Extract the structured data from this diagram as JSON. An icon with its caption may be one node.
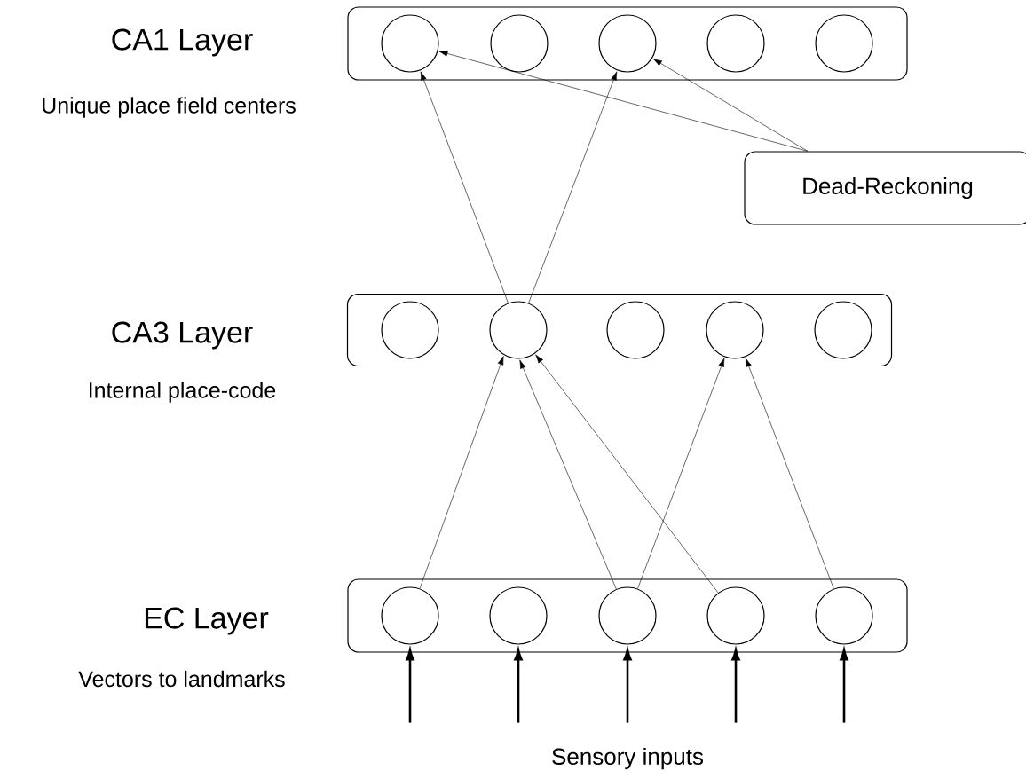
{
  "diagram": {
    "nodes": [
      {
        "text": [
          "CA1 Layer",
          "Unique place field centers"
        ]
      },
      {
        "text": [],
        "shape": "circle",
        "in": 0
      },
      {
        "text": [],
        "shape": "circle",
        "in": 0
      },
      {
        "text": [],
        "shape": "circle",
        "in": 0
      },
      {
        "text": [],
        "shape": "circle",
        "in": 0
      },
      {
        "text": [],
        "shape": "circle",
        "in": 0
      },
      {
        "text": [
          "Dead-Reckoning"
        ]
      },
      {
        "text": [
          "CA3 Layer",
          "Internal place-code"
        ]
      },
      {
        "text": [],
        "shape": "circle",
        "in": 7
      },
      {
        "text": [],
        "shape": "circle",
        "in": 7
      },
      {
        "text": [],
        "shape": "circle",
        "in": 7
      },
      {
        "text": [],
        "shape": "circle",
        "in": 7
      },
      {
        "text": [],
        "shape": "circle",
        "in": 7
      },
      {
        "text": [
          "EC Layer",
          "Vectors to landmarks"
        ]
      },
      {
        "text": [],
        "shape": "circle",
        "in": 13
      },
      {
        "text": [],
        "shape": "circle",
        "in": 13
      },
      {
        "text": [],
        "shape": "circle",
        "in": 13
      },
      {
        "text": [],
        "shape": "circle",
        "in": 13
      },
      {
        "text": [],
        "shape": "circle",
        "in": 13
      }
    ],
    "edges": [
      {
        "from": 9,
        "to": 1,
        "arrow": "to"
      },
      {
        "from": 9,
        "to": 3,
        "arrow": "to"
      },
      {
        "from": 6,
        "to": 1,
        "arrow": "to"
      },
      {
        "from": 6,
        "to": 3,
        "arrow": "to"
      },
      {
        "from": 14,
        "to": 9,
        "arrow": "to"
      },
      {
        "from": 16,
        "to": 9,
        "arrow": "to"
      },
      {
        "from": 17,
        "to": 9,
        "arrow": "to"
      },
      {
        "from": 16,
        "to": 11,
        "arrow": "to"
      },
      {
        "from": 18,
        "to": 11,
        "arrow": "to"
      },
      {
        "from": null,
        "to": 14,
        "arrow": "to",
        "style": "thick"
      },
      {
        "from": null,
        "to": 15,
        "arrow": "to",
        "style": "thick"
      },
      {
        "from": null,
        "to": 16,
        "arrow": "to",
        "style": "thick"
      },
      {
        "from": null,
        "to": 17,
        "arrow": "to",
        "style": "thick"
      },
      {
        "from": null,
        "to": 18,
        "arrow": "to",
        "style": "thick"
      }
    ],
    "labels": [
      "Sensory inputs"
    ]
  }
}
